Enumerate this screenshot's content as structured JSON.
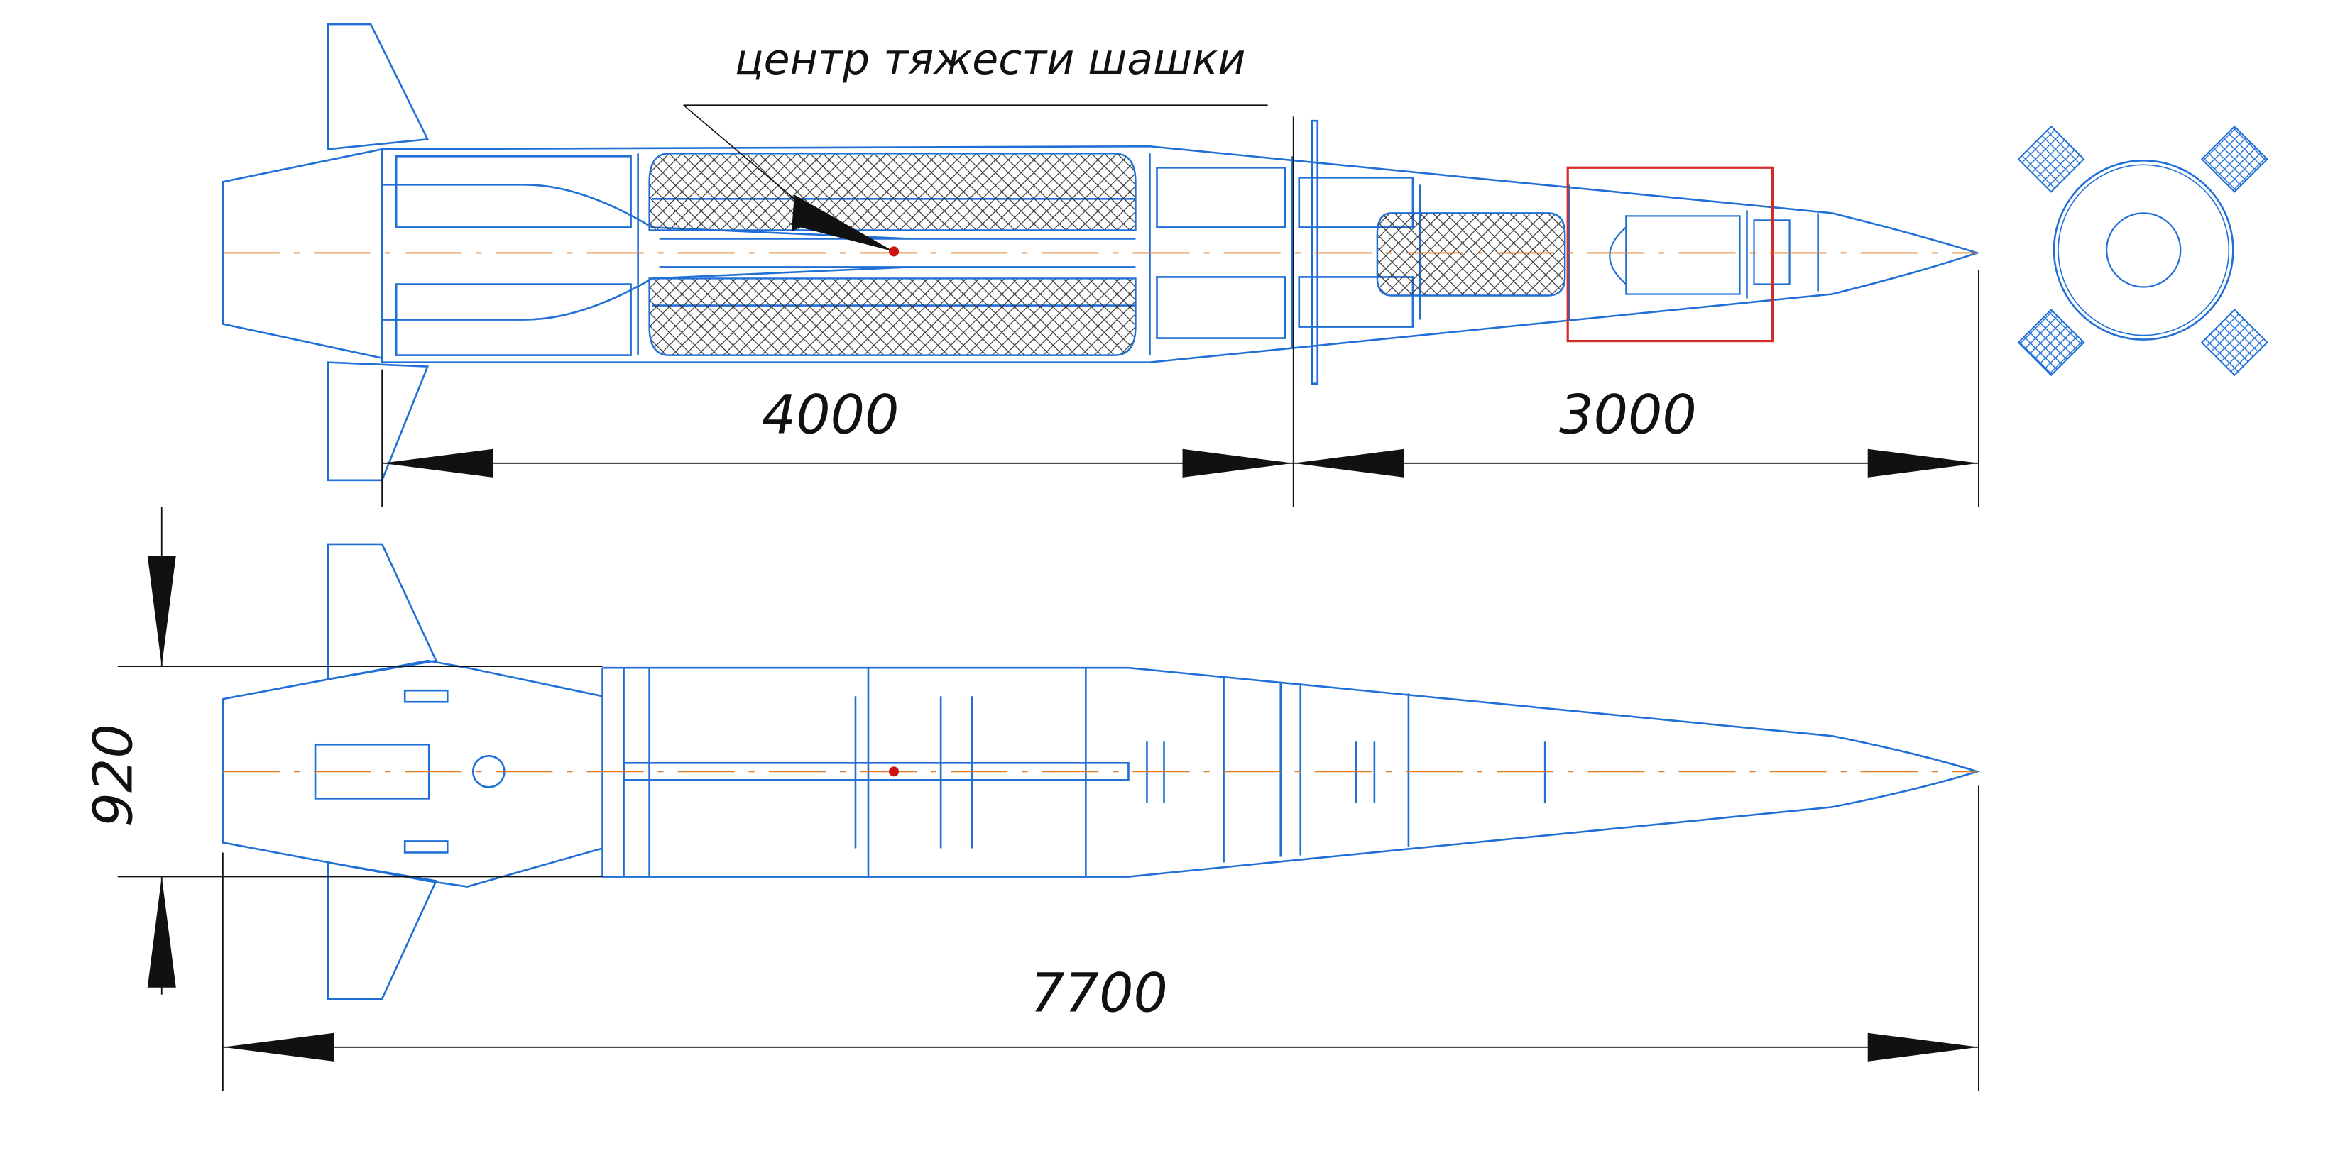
{
  "caption": "центр тяжести шашки",
  "dimensions": {
    "section_rear": "4000",
    "section_front": "3000",
    "body_height": "920",
    "total_length": "7700"
  },
  "colors": {
    "outline": "#1f6fd6",
    "centerline": "#e07a1f",
    "dimension": "#111111",
    "highlight": "#d42a2a",
    "cg_marker": "#cc1111"
  }
}
